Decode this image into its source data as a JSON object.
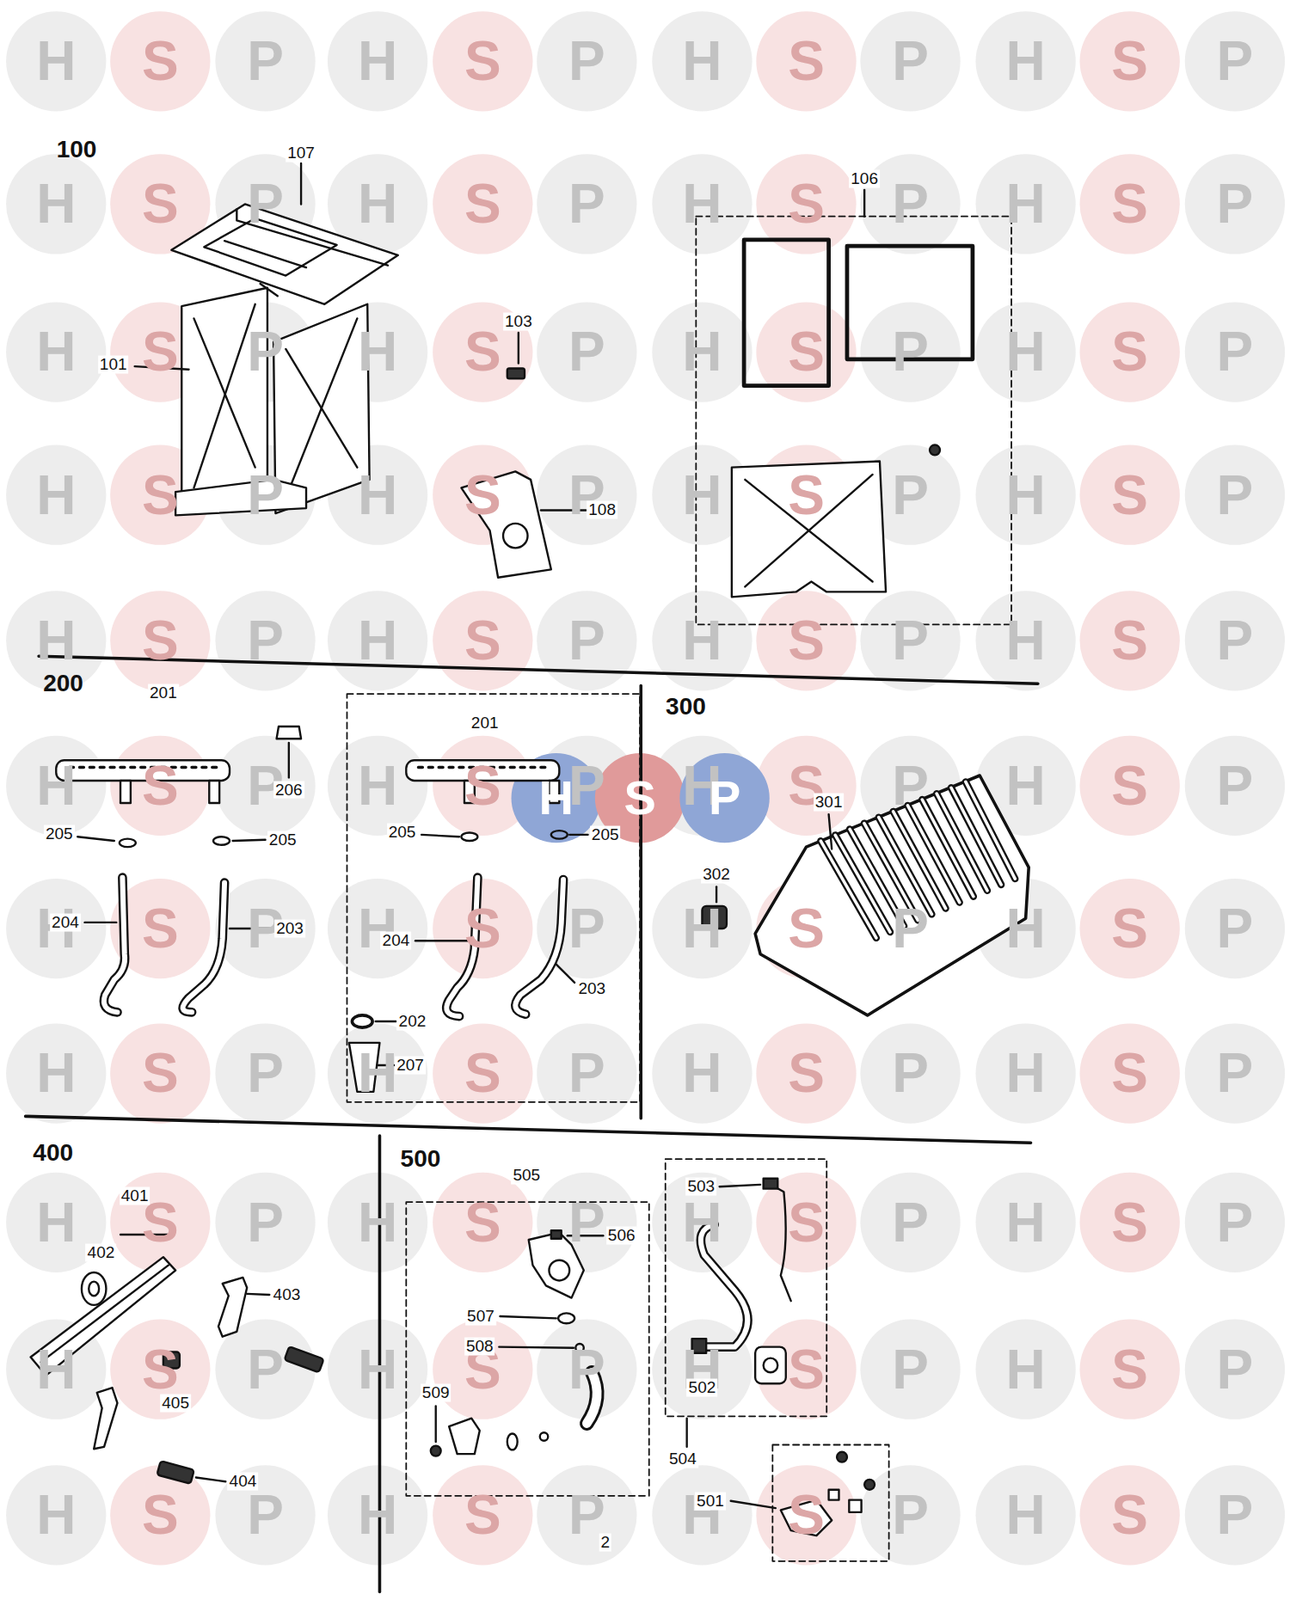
{
  "diagram": {
    "labels": [
      "100",
      "107",
      "106",
      "103",
      "101",
      "108",
      "200",
      "201",
      "201",
      "206",
      "205",
      "205",
      "205",
      "205",
      "204",
      "203",
      "204",
      "203",
      "202",
      "207",
      "300",
      "301",
      "302",
      "400",
      "401",
      "402",
      "403",
      "405",
      "404",
      "500",
      "505",
      "506",
      "503",
      "507",
      "508",
      "509",
      "502",
      "504",
      "501",
      "2",
      "H",
      "S",
      "P",
      "H",
      "S",
      "P",
      "H",
      "S",
      "P",
      "H",
      "S",
      "P",
      "H",
      "S",
      "P",
      "H",
      "S",
      "P",
      "H",
      "S",
      "P",
      "H",
      "S",
      "P",
      "H",
      "S",
      "P",
      "H",
      "S",
      "P",
      "H",
      "S",
      "P",
      "H",
      "S",
      "P",
      "H",
      "S",
      "P",
      "H",
      "S",
      "P",
      "H",
      "S",
      "P",
      "H",
      "S",
      "P",
      "H",
      "S",
      "P",
      "H",
      "S",
      "P",
      "H",
      "S",
      "P",
      "H",
      "S",
      "P",
      "H",
      "S",
      "P",
      "H",
      "S",
      "P",
      "H",
      "S",
      "P",
      "H",
      "S",
      "P",
      "H",
      "S",
      "P",
      "H",
      "S",
      "P",
      "H",
      "S",
      "P",
      "H",
      "S",
      "P",
      "H",
      "S",
      "P",
      "H",
      "S",
      "P",
      "H",
      "S",
      "P",
      "H",
      "S",
      "P",
      "H",
      "S",
      "P",
      "H",
      "S",
      "P",
      "H",
      "S",
      "P",
      "H",
      "S",
      "P",
      "H",
      "S",
      "P",
      "H",
      "S",
      "P",
      "H",
      "S",
      "P",
      "H",
      "S",
      "P",
      "H",
      "S",
      "P",
      "H",
      "S",
      "P",
      "H",
      "S",
      "P",
      "H",
      "S",
      "P",
      "H",
      "S",
      "P"
    ]
  }
}
